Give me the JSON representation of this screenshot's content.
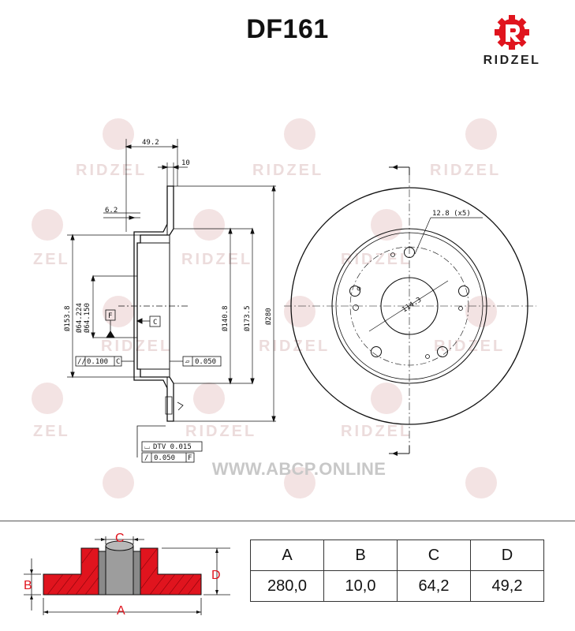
{
  "header": {
    "part_number": "DF161",
    "brand": "RIDZEL"
  },
  "watermark": {
    "text": "RIDZEL",
    "text_cut": "ZEL",
    "color": "#ecdcdc"
  },
  "side_view": {
    "dim_49_2": "49.2",
    "dim_10": "10",
    "dim_6_2": "6.2",
    "dim_153_8": "Ø153.8",
    "dim_64_224": "Ø64.224",
    "dim_64_150": "Ø64.150",
    "dim_140_8": "Ø140.8",
    "dim_173_5": "Ø173.5",
    "dim_280": "Ø280",
    "datum_f": "F",
    "datum_c": "C",
    "tol_parallel": "0.100",
    "tol_parallel_ref": "C",
    "tol_flatness": "0.050",
    "tol_dtv": "DTV 0.015",
    "tol_runout": "0.050",
    "tol_runout_ref": "F"
  },
  "front_view": {
    "holes_label": "12.8 (x5)",
    "pcd_label": "114.3"
  },
  "site": {
    "url": "WWW.ABCP.ONLINE"
  },
  "profile_legend": {
    "a": "A",
    "b": "B",
    "c": "C",
    "d": "D",
    "fill_color": "#e0141e"
  },
  "specs": {
    "headers": [
      "A",
      "B",
      "C",
      "D"
    ],
    "values": [
      "280,0",
      "10,0",
      "64,2",
      "49,2"
    ]
  }
}
